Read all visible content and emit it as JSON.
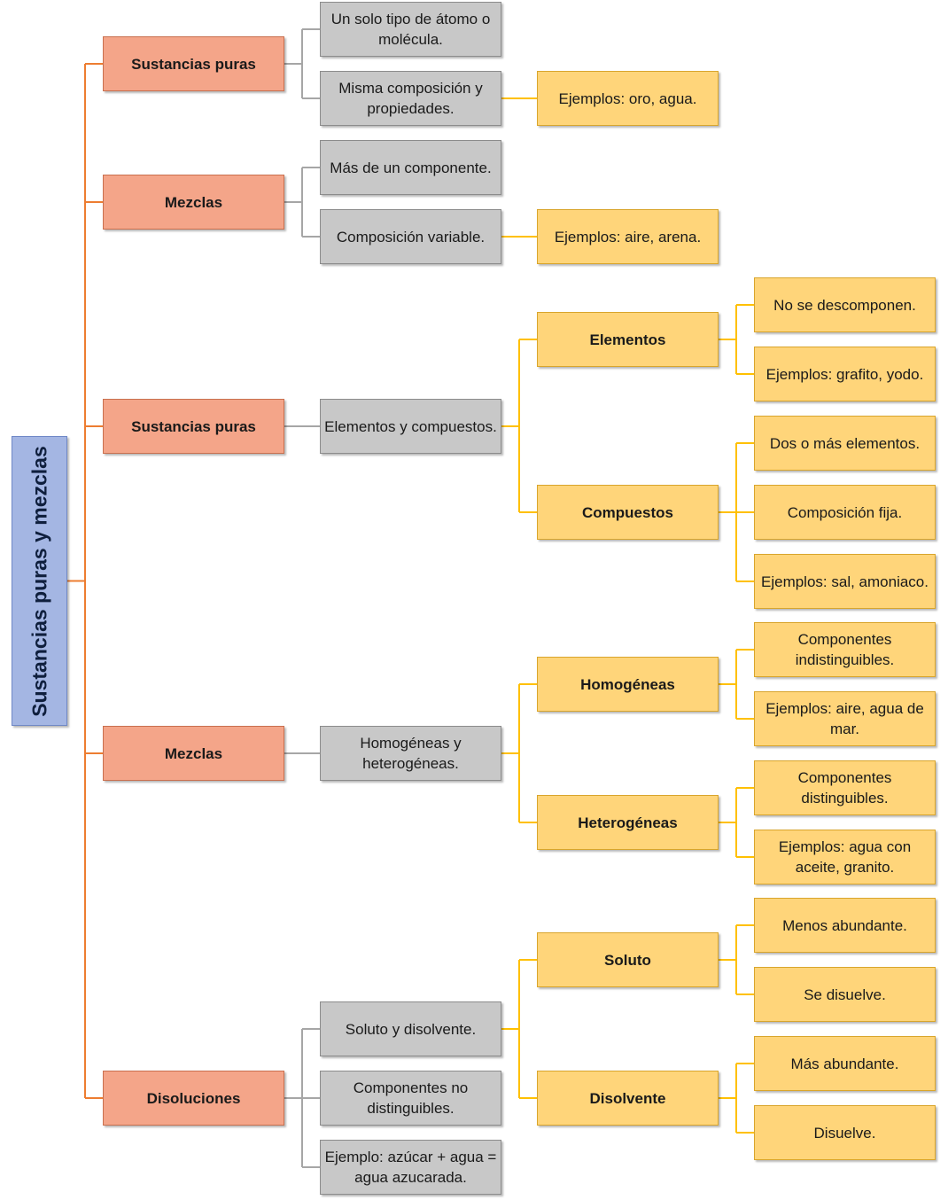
{
  "colors": {
    "root_fill": "#a4b6e3",
    "category_fill": "#f4a589",
    "category_border": "#c9704f",
    "grey_fill": "#c8c8c8",
    "grey_border": "#8c8c8c",
    "yellow_fill": "#ffd57a",
    "yellow_border": "#d9a52c",
    "orange_line": "#ed7d31",
    "grey_line": "#a6a6a6",
    "yellow_line": "#ffc000"
  },
  "root": {
    "label": "Sustancias puras y mezclas"
  },
  "nodes": [
    {
      "id": "sp1",
      "label": "Sustancias puras",
      "kind": "category"
    },
    {
      "id": "sp1a",
      "label": "Un solo tipo de átomo o molécula.",
      "kind": "grey"
    },
    {
      "id": "sp1b",
      "label": "Misma composición y propiedades.",
      "kind": "grey"
    },
    {
      "id": "sp1b1",
      "label": "Ejemplos: oro, agua.",
      "kind": "yellow"
    },
    {
      "id": "mz1",
      "label": "Mezclas",
      "kind": "category"
    },
    {
      "id": "mz1a",
      "label": "Más de un componente.",
      "kind": "grey"
    },
    {
      "id": "mz1b",
      "label": "Composición variable.",
      "kind": "grey"
    },
    {
      "id": "mz1b1",
      "label": "Ejemplos: aire, arena.",
      "kind": "yellow"
    },
    {
      "id": "sp2",
      "label": "Sustancias puras",
      "kind": "category"
    },
    {
      "id": "sp2a",
      "label": "Elementos y compuestos.",
      "kind": "grey"
    },
    {
      "id": "el",
      "label": "Elementos",
      "kind": "yellow-bold"
    },
    {
      "id": "el1",
      "label": "No se descomponen.",
      "kind": "yellow"
    },
    {
      "id": "el2",
      "label": "Ejemplos: grafito, yodo.",
      "kind": "yellow"
    },
    {
      "id": "co",
      "label": "Compuestos",
      "kind": "yellow-bold"
    },
    {
      "id": "co1",
      "label": "Dos o más elementos.",
      "kind": "yellow"
    },
    {
      "id": "co2",
      "label": "Composición fija.",
      "kind": "yellow"
    },
    {
      "id": "co3",
      "label": "Ejemplos: sal, amoniaco.",
      "kind": "yellow"
    },
    {
      "id": "mz2",
      "label": "Mezclas",
      "kind": "category"
    },
    {
      "id": "mz2a",
      "label": "Homogéneas y heterogéneas.",
      "kind": "grey"
    },
    {
      "id": "ho",
      "label": "Homogéneas",
      "kind": "yellow-bold"
    },
    {
      "id": "ho1",
      "label": "Componentes indistinguibles.",
      "kind": "yellow"
    },
    {
      "id": "ho2",
      "label": "Ejemplos: aire, agua de mar.",
      "kind": "yellow"
    },
    {
      "id": "he",
      "label": "Heterogéneas",
      "kind": "yellow-bold"
    },
    {
      "id": "he1",
      "label": "Componentes distinguibles.",
      "kind": "yellow"
    },
    {
      "id": "he2",
      "label": "Ejemplos: agua con aceite, granito.",
      "kind": "yellow"
    },
    {
      "id": "di",
      "label": "Disoluciones",
      "kind": "category"
    },
    {
      "id": "dia",
      "label": "Soluto y disolvente.",
      "kind": "grey"
    },
    {
      "id": "dib",
      "label": "Componentes no distinguibles.",
      "kind": "grey"
    },
    {
      "id": "dic",
      "label": "Ejemplo: azúcar + agua = agua azucarada.",
      "kind": "grey"
    },
    {
      "id": "so",
      "label": "Soluto",
      "kind": "yellow-bold"
    },
    {
      "id": "so1",
      "label": "Menos abundante.",
      "kind": "yellow"
    },
    {
      "id": "so2",
      "label": "Se disuelve.",
      "kind": "yellow"
    },
    {
      "id": "ds",
      "label": "Disolvente",
      "kind": "yellow-bold"
    },
    {
      "id": "ds1",
      "label": "Más abundante.",
      "kind": "yellow"
    },
    {
      "id": "ds2",
      "label": "Disuelve.",
      "kind": "yellow"
    }
  ],
  "edges": [
    [
      "root",
      "sp1"
    ],
    [
      "root",
      "mz1"
    ],
    [
      "root",
      "sp2"
    ],
    [
      "root",
      "mz2"
    ],
    [
      "root",
      "di"
    ],
    [
      "sp1",
      "sp1a"
    ],
    [
      "sp1",
      "sp1b"
    ],
    [
      "sp1b",
      "sp1b1"
    ],
    [
      "mz1",
      "mz1a"
    ],
    [
      "mz1",
      "mz1b"
    ],
    [
      "mz1b",
      "mz1b1"
    ],
    [
      "sp2",
      "sp2a"
    ],
    [
      "sp2a",
      "el"
    ],
    [
      "sp2a",
      "co"
    ],
    [
      "el",
      "el1"
    ],
    [
      "el",
      "el2"
    ],
    [
      "co",
      "co1"
    ],
    [
      "co",
      "co2"
    ],
    [
      "co",
      "co3"
    ],
    [
      "mz2",
      "mz2a"
    ],
    [
      "mz2a",
      "ho"
    ],
    [
      "mz2a",
      "he"
    ],
    [
      "ho",
      "ho1"
    ],
    [
      "ho",
      "ho2"
    ],
    [
      "he",
      "he1"
    ],
    [
      "he",
      "he2"
    ],
    [
      "di",
      "dia"
    ],
    [
      "di",
      "dib"
    ],
    [
      "di",
      "dic"
    ],
    [
      "dia",
      "so"
    ],
    [
      "dia",
      "ds"
    ],
    [
      "so",
      "so1"
    ],
    [
      "so",
      "so2"
    ],
    [
      "ds",
      "ds1"
    ],
    [
      "ds",
      "ds2"
    ]
  ]
}
